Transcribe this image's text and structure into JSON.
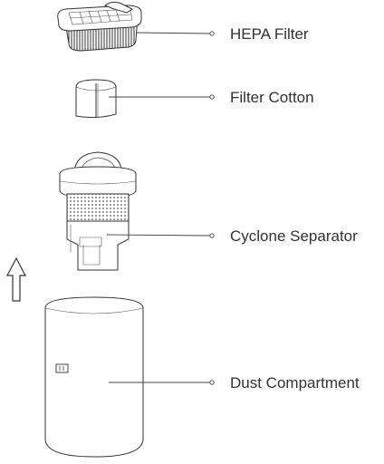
{
  "parts": [
    {
      "id": "hepa",
      "label": "HEPA Filter"
    },
    {
      "id": "cotton",
      "label": "Filter Cotton"
    },
    {
      "id": "cyclone",
      "label": "Cyclone Separator"
    },
    {
      "id": "dust",
      "label": "Dust Compartment"
    }
  ]
}
